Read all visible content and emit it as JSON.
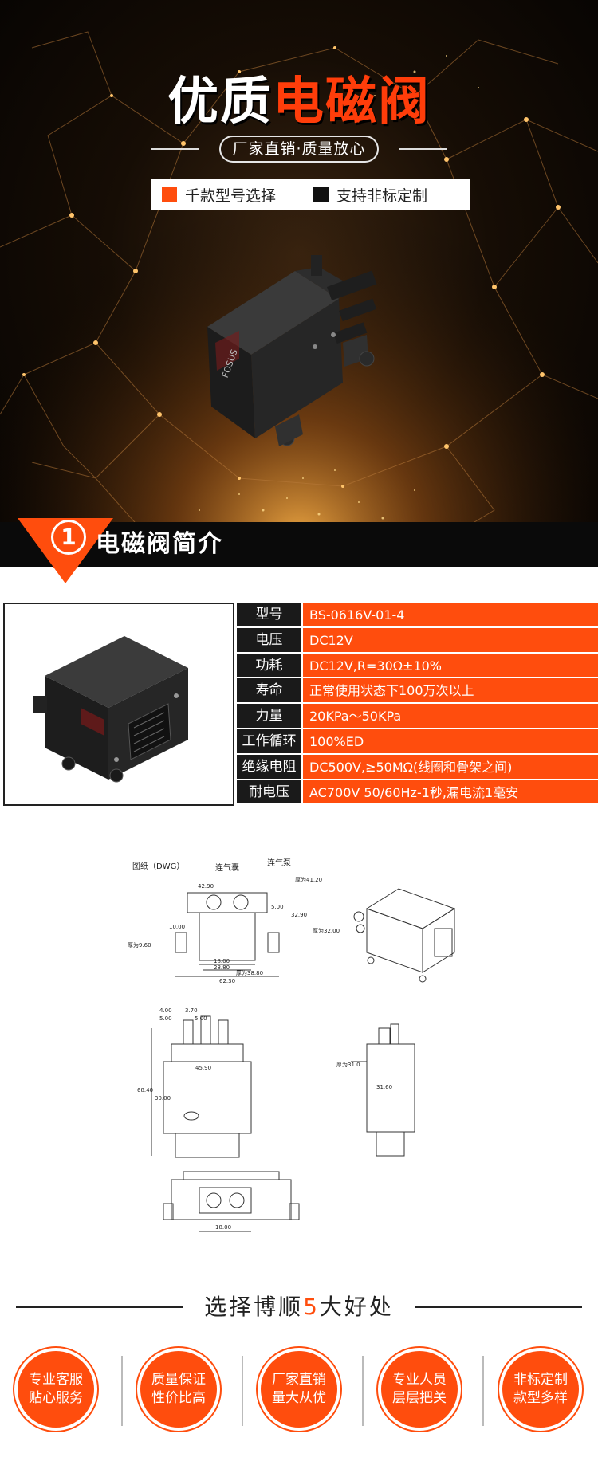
{
  "hero": {
    "title_white": "优质",
    "title_orange": "电磁阀",
    "slogan": "厂家直销·质量放心",
    "tag1": "千款型号选择",
    "tag2": "支持非标定制",
    "brand_mark": "FOSUS"
  },
  "section": {
    "number": "1",
    "title": "电磁阀简介"
  },
  "specs": [
    {
      "key": "型号",
      "value": "BS-0616V-01-4"
    },
    {
      "key": "电压",
      "value": "DC12V"
    },
    {
      "key": "功耗",
      "value": "DC12V,R=30Ω±10%"
    },
    {
      "key": "寿命",
      "value": "正常使用状态下100万次以上"
    },
    {
      "key": "力量",
      "value": "20KPa～50KPa"
    },
    {
      "key": "工作循环",
      "value": "100%ED"
    },
    {
      "key": "绝缘电阻",
      "value": "DC500V,≥50MΩ(线圈和骨架之间)"
    },
    {
      "key": "耐电压",
      "value": "AC700V 50/60Hz-1秒,漏电流1毫安"
    }
  ],
  "drawing": {
    "label": "图纸（DWG）",
    "port1": "连气囊",
    "port2": "连气泵",
    "dims": {
      "d1": "42.90",
      "d2": "厚为41.20",
      "d3": "10.00",
      "d4": "5.00",
      "d5": "32.90",
      "d6": "厚为32.00",
      "d7": "18.00",
      "d8": "28.80",
      "d9": "厚为38.80",
      "d10": "62.30",
      "d11": "厚为9.60",
      "d12": "3.70",
      "d13": "5.00",
      "d14": "4.00",
      "d15": "5.00",
      "d16": "45.90",
      "d17": "30.00",
      "d18": "68.40",
      "d19": "厚为31.0",
      "d20": "31.60",
      "d21": "18.00"
    }
  },
  "advantages": {
    "title_pre": "选择博顺",
    "title_num": "5",
    "title_post": "大好处",
    "items": [
      {
        "line1": "专业客服",
        "line2": "贴心服务"
      },
      {
        "line1": "质量保证",
        "line2": "性价比高"
      },
      {
        "line1": "厂家直销",
        "line2": "量大从优"
      },
      {
        "line1": "专业人员",
        "line2": "层层把关"
      },
      {
        "line1": "非标定制",
        "line2": "款型多样"
      }
    ]
  },
  "colors": {
    "accent": "#ff4d0d",
    "dark": "#1a1a1a",
    "title_orange": "#ff3d0a"
  }
}
